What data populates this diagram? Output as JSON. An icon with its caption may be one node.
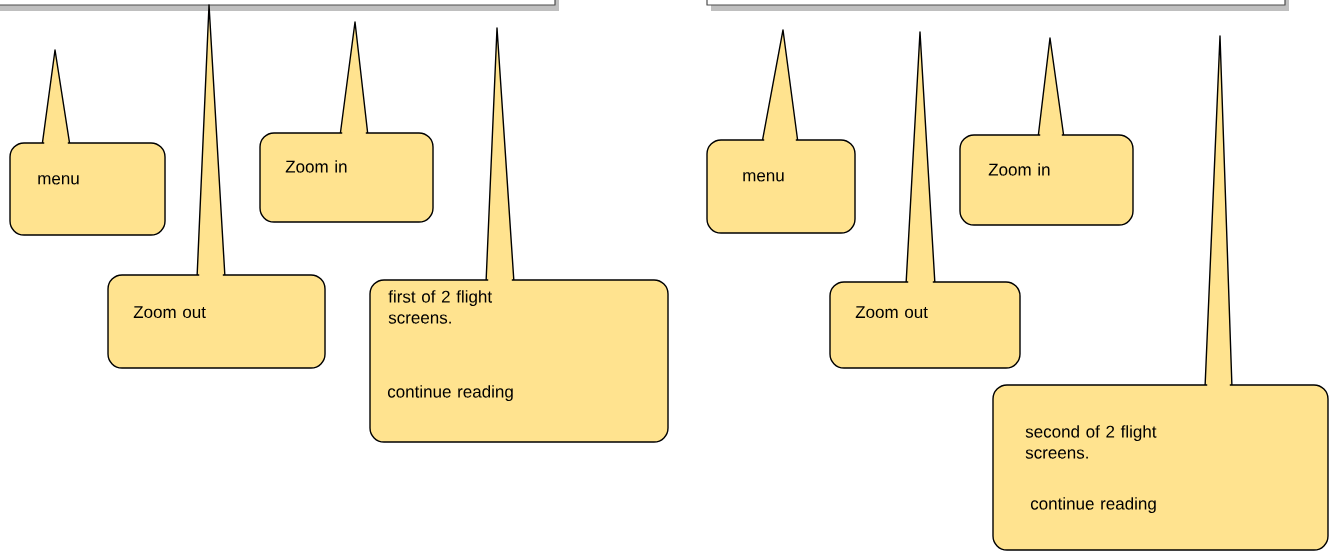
{
  "diagram": {
    "nodes": [
      {
        "text": [],
        "shape": "box"
      },
      {
        "text": [],
        "shape": "box"
      },
      {
        "text": [
          "menu"
        ]
      },
      {
        "text": [
          "Zoom in"
        ]
      },
      {
        "text": [
          "Zoom out"
        ]
      },
      {
        "text": [
          "first of 2 flight screens.",
          "continue reading"
        ]
      },
      {
        "text": [
          "menu"
        ]
      },
      {
        "text": [
          "Zoom in"
        ]
      },
      {
        "text": [
          "Zoom out"
        ]
      },
      {
        "text": [
          "second of 2 flight screens.",
          "continue reading"
        ]
      }
    ]
  }
}
